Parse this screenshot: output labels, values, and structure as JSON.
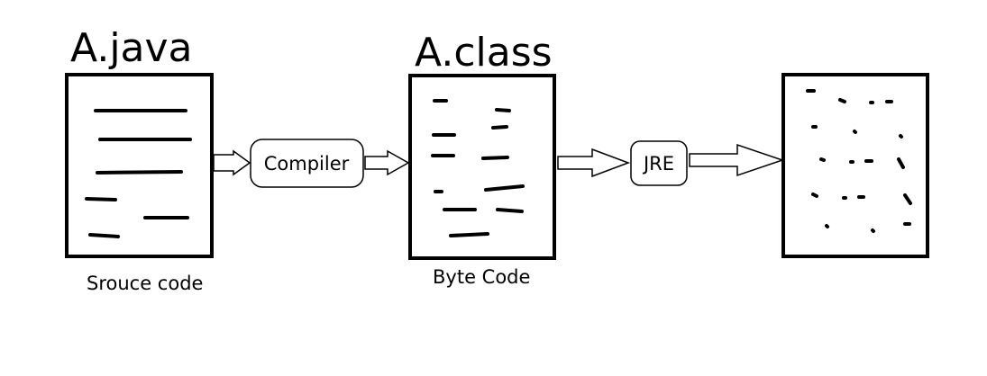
{
  "diagram": {
    "source": {
      "title": "A.java",
      "caption": "Srouce code"
    },
    "compiler": {
      "label": "Compiler"
    },
    "bytecode": {
      "title": "A.class",
      "caption": "Byte Code"
    },
    "runtime": {
      "label": "JRE"
    }
  },
  "colors": {
    "stroke": "#000000",
    "background": "#ffffff"
  }
}
